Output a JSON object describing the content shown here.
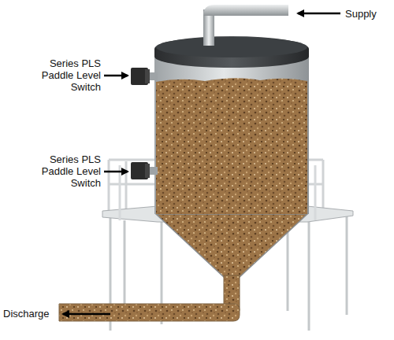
{
  "diagram": {
    "labels": [
      "Supply",
      "Series PLS Paddle Level Switch",
      "Series PLS Paddle Level Switch",
      "Discharge"
    ]
  }
}
